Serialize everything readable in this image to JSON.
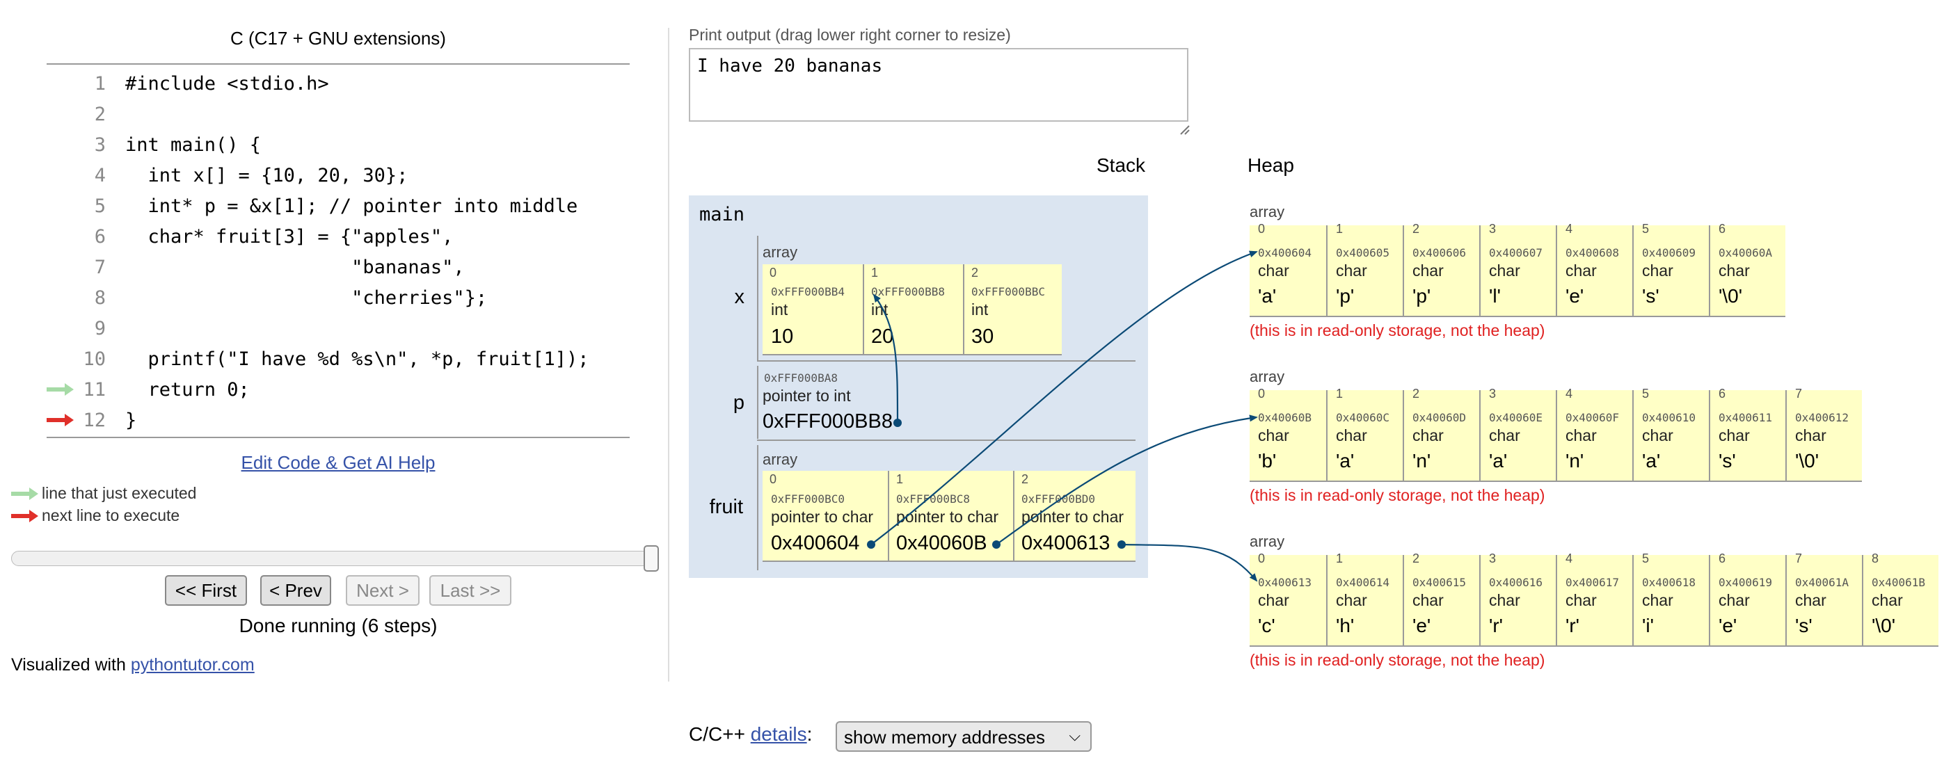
{
  "language_title": "C (C17 + GNU extensions)",
  "code_lines": [
    {
      "no": "1",
      "text": "#include <stdio.h>"
    },
    {
      "no": "2",
      "text": ""
    },
    {
      "no": "3",
      "text": "int main() {"
    },
    {
      "no": "4",
      "text": "  int x[] = {10, 20, 30};"
    },
    {
      "no": "5",
      "text": "  int* p = &x[1]; // pointer into middle"
    },
    {
      "no": "6",
      "text": "  char* fruit[3] = {\"apples\","
    },
    {
      "no": "7",
      "text": "                    \"bananas\","
    },
    {
      "no": "8",
      "text": "                    \"cherries\"};"
    },
    {
      "no": "9",
      "text": ""
    },
    {
      "no": "10",
      "text": "  printf(\"I have %d %s\\n\", *p, fruit[1]);"
    },
    {
      "no": "11",
      "text": "  return 0;"
    },
    {
      "no": "12",
      "text": "}"
    }
  ],
  "edit_link": "Edit Code & Get AI Help",
  "legend": {
    "just_executed": "line that just executed",
    "next_line": "next line to execute"
  },
  "colors": {
    "just_executed_arrow": "#a6dba6",
    "next_line_arrow": "#e0302a",
    "frame_bg": "#dbe5f1",
    "cell_bg": "#ffffc6",
    "pointer_arrow": "#0b4a76",
    "read_only_note": "#e02020",
    "link": "#3552a8"
  },
  "nav": {
    "first": "<< First",
    "prev": "< Prev",
    "next": "Next >",
    "last": "Last >>"
  },
  "status": "Done running (6 steps)",
  "visualized_prefix": "Visualized with ",
  "visualized_link": "pythontutor.com",
  "print_output": {
    "label": "Print output (drag lower right corner to resize)",
    "text": "I have 20 bananas"
  },
  "stack_header": "Stack",
  "heap_header": "Heap",
  "frame": {
    "name": "main",
    "x": {
      "name": "x",
      "kind": "array",
      "cells": [
        {
          "index": "0",
          "addr": "0xFFF000BB4",
          "type": "int",
          "value": "10"
        },
        {
          "index": "1",
          "addr": "0xFFF000BB8",
          "type": "int",
          "value": "20"
        },
        {
          "index": "2",
          "addr": "0xFFF000BBC",
          "type": "int",
          "value": "30"
        }
      ]
    },
    "p": {
      "name": "p",
      "addr": "0xFFF000BA8",
      "type": "pointer to int",
      "value": "0xFFF000BB8"
    },
    "fruit": {
      "name": "fruit",
      "kind": "array",
      "cells": [
        {
          "index": "0",
          "addr": "0xFFF000BC0",
          "type": "pointer to char",
          "value": "0x400604"
        },
        {
          "index": "1",
          "addr": "0xFFF000BC8",
          "type": "pointer to char",
          "value": "0x40060B"
        },
        {
          "index": "2",
          "addr": "0xFFF000BD0",
          "type": "pointer to char",
          "value": "0x400613"
        }
      ]
    }
  },
  "heap": [
    {
      "kind": "array",
      "note": "(this is in read-only storage, not the heap)",
      "cells": [
        {
          "index": "0",
          "addr": "0x400604",
          "type": "char",
          "value": "'a'"
        },
        {
          "index": "1",
          "addr": "0x400605",
          "type": "char",
          "value": "'p'"
        },
        {
          "index": "2",
          "addr": "0x400606",
          "type": "char",
          "value": "'p'"
        },
        {
          "index": "3",
          "addr": "0x400607",
          "type": "char",
          "value": "'l'"
        },
        {
          "index": "4",
          "addr": "0x400608",
          "type": "char",
          "value": "'e'"
        },
        {
          "index": "5",
          "addr": "0x400609",
          "type": "char",
          "value": "'s'"
        },
        {
          "index": "6",
          "addr": "0x40060A",
          "type": "char",
          "value": "'\\0'"
        }
      ]
    },
    {
      "kind": "array",
      "note": "(this is in read-only storage, not the heap)",
      "cells": [
        {
          "index": "0",
          "addr": "0x40060B",
          "type": "char",
          "value": "'b'"
        },
        {
          "index": "1",
          "addr": "0x40060C",
          "type": "char",
          "value": "'a'"
        },
        {
          "index": "2",
          "addr": "0x40060D",
          "type": "char",
          "value": "'n'"
        },
        {
          "index": "3",
          "addr": "0x40060E",
          "type": "char",
          "value": "'a'"
        },
        {
          "index": "4",
          "addr": "0x40060F",
          "type": "char",
          "value": "'n'"
        },
        {
          "index": "5",
          "addr": "0x400610",
          "type": "char",
          "value": "'a'"
        },
        {
          "index": "6",
          "addr": "0x400611",
          "type": "char",
          "value": "'s'"
        },
        {
          "index": "7",
          "addr": "0x400612",
          "type": "char",
          "value": "'\\0'"
        }
      ]
    },
    {
      "kind": "array",
      "note": "(this is in read-only storage, not the heap)",
      "cells": [
        {
          "index": "0",
          "addr": "0x400613",
          "type": "char",
          "value": "'c'"
        },
        {
          "index": "1",
          "addr": "0x400614",
          "type": "char",
          "value": "'h'"
        },
        {
          "index": "2",
          "addr": "0x400615",
          "type": "char",
          "value": "'e'"
        },
        {
          "index": "3",
          "addr": "0x400616",
          "type": "char",
          "value": "'r'"
        },
        {
          "index": "4",
          "addr": "0x400617",
          "type": "char",
          "value": "'r'"
        },
        {
          "index": "5",
          "addr": "0x400618",
          "type": "char",
          "value": "'i'"
        },
        {
          "index": "6",
          "addr": "0x400619",
          "type": "char",
          "value": "'e'"
        },
        {
          "index": "7",
          "addr": "0x40061A",
          "type": "char",
          "value": "'s'"
        },
        {
          "index": "8",
          "addr": "0x40061B",
          "type": "char",
          "value": "'\\0'"
        }
      ]
    }
  ],
  "details": {
    "prefix": "C/C++ ",
    "link": "details",
    "suffix": ":",
    "select_value": "show memory addresses"
  }
}
